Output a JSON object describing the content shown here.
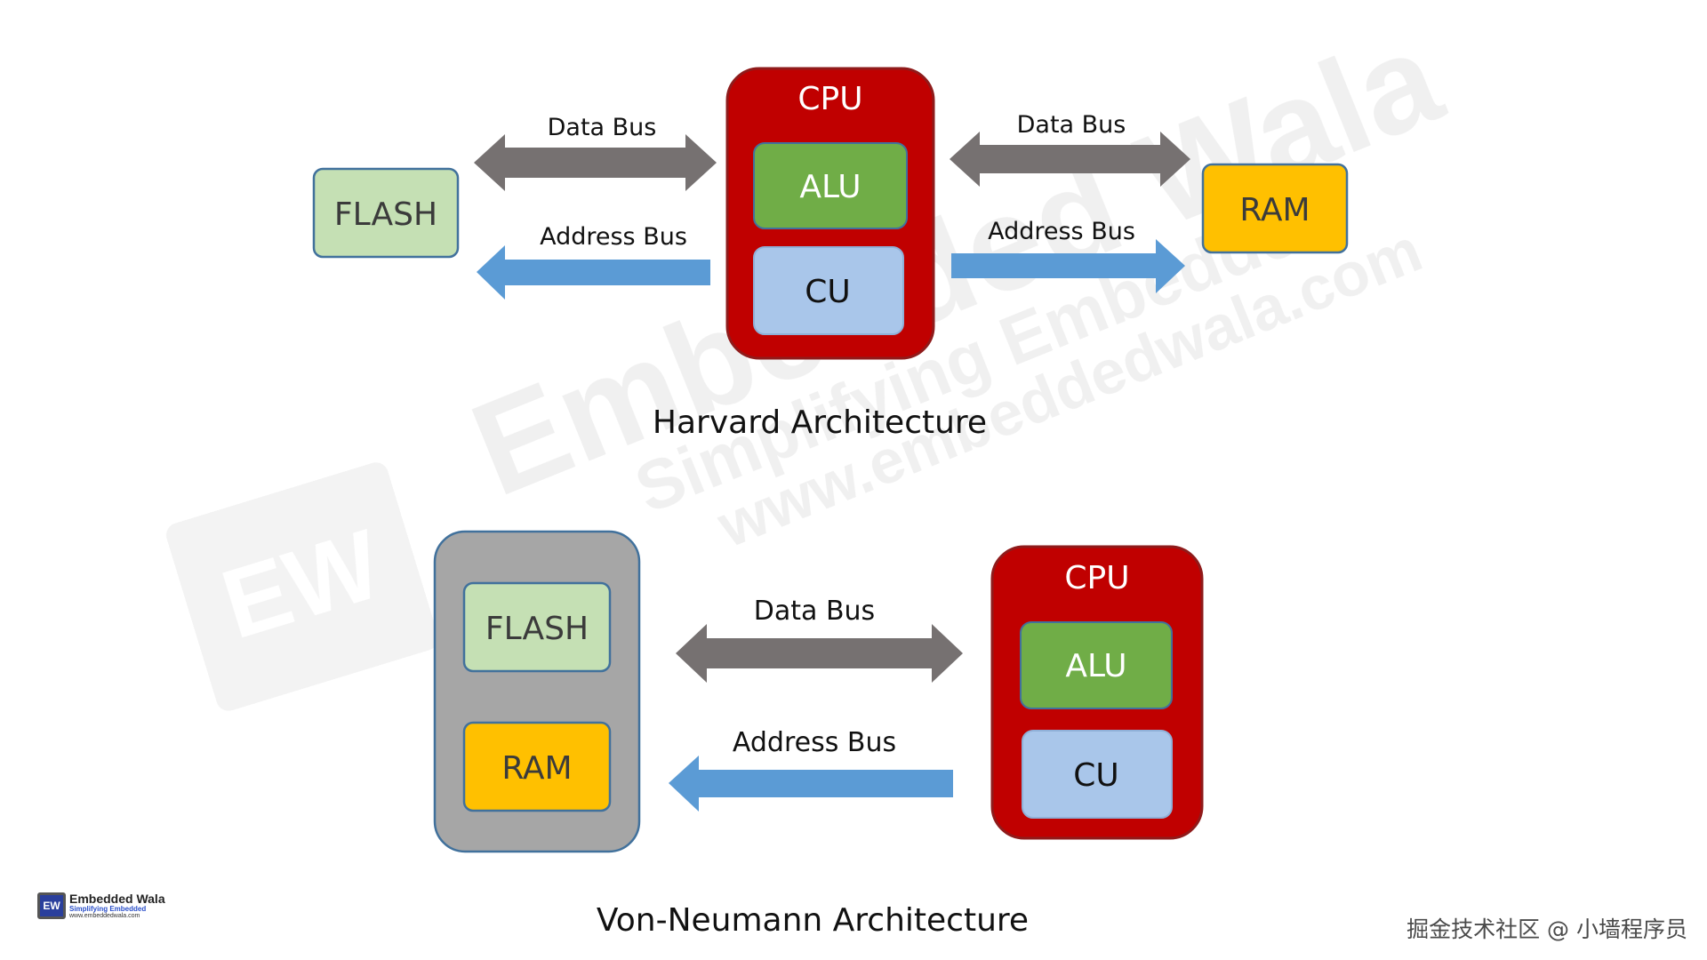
{
  "harvard": {
    "title": "Harvard Architecture",
    "flash_label": "FLASH",
    "ram_label": "RAM",
    "cpu_label": "CPU",
    "alu_label": "ALU",
    "cu_label": "CU",
    "left_data_bus": "Data Bus",
    "left_address_bus": "Address Bus",
    "right_data_bus": "Data Bus",
    "right_address_bus": "Address Bus"
  },
  "von_neumann": {
    "title": "Von-Neumann Architecture",
    "flash_label": "FLASH",
    "ram_label": "RAM",
    "cpu_label": "CPU",
    "alu_label": "ALU",
    "cu_label": "CU",
    "data_bus": "Data Bus",
    "address_bus": "Address Bus"
  },
  "branding": {
    "logo_mark": "EW",
    "logo_name": "Embedded Wala",
    "logo_tagline": "Simplifying Embedded",
    "logo_url": "www.embeddedwala.com",
    "watermark_lines": [
      "Embedded Wala",
      "Simplifying Embedded",
      "www.embeddedwala.com"
    ],
    "source_watermark": "掘金技术社区 @ 小墙程序员"
  },
  "colors": {
    "cpu_fill": "#c00000",
    "cpu_stroke": "#8f1b1b",
    "alu_fill": "#70ad47",
    "cu_fill": "#a9c6ea",
    "flash_fill": "#c5e0b4",
    "ram_fill": "#ffc000",
    "memory_group_fill": "#a6a6a6",
    "data_bus_arrow": "#767171",
    "address_bus_arrow": "#5b9bd5",
    "box_stroke": "#41719c"
  }
}
